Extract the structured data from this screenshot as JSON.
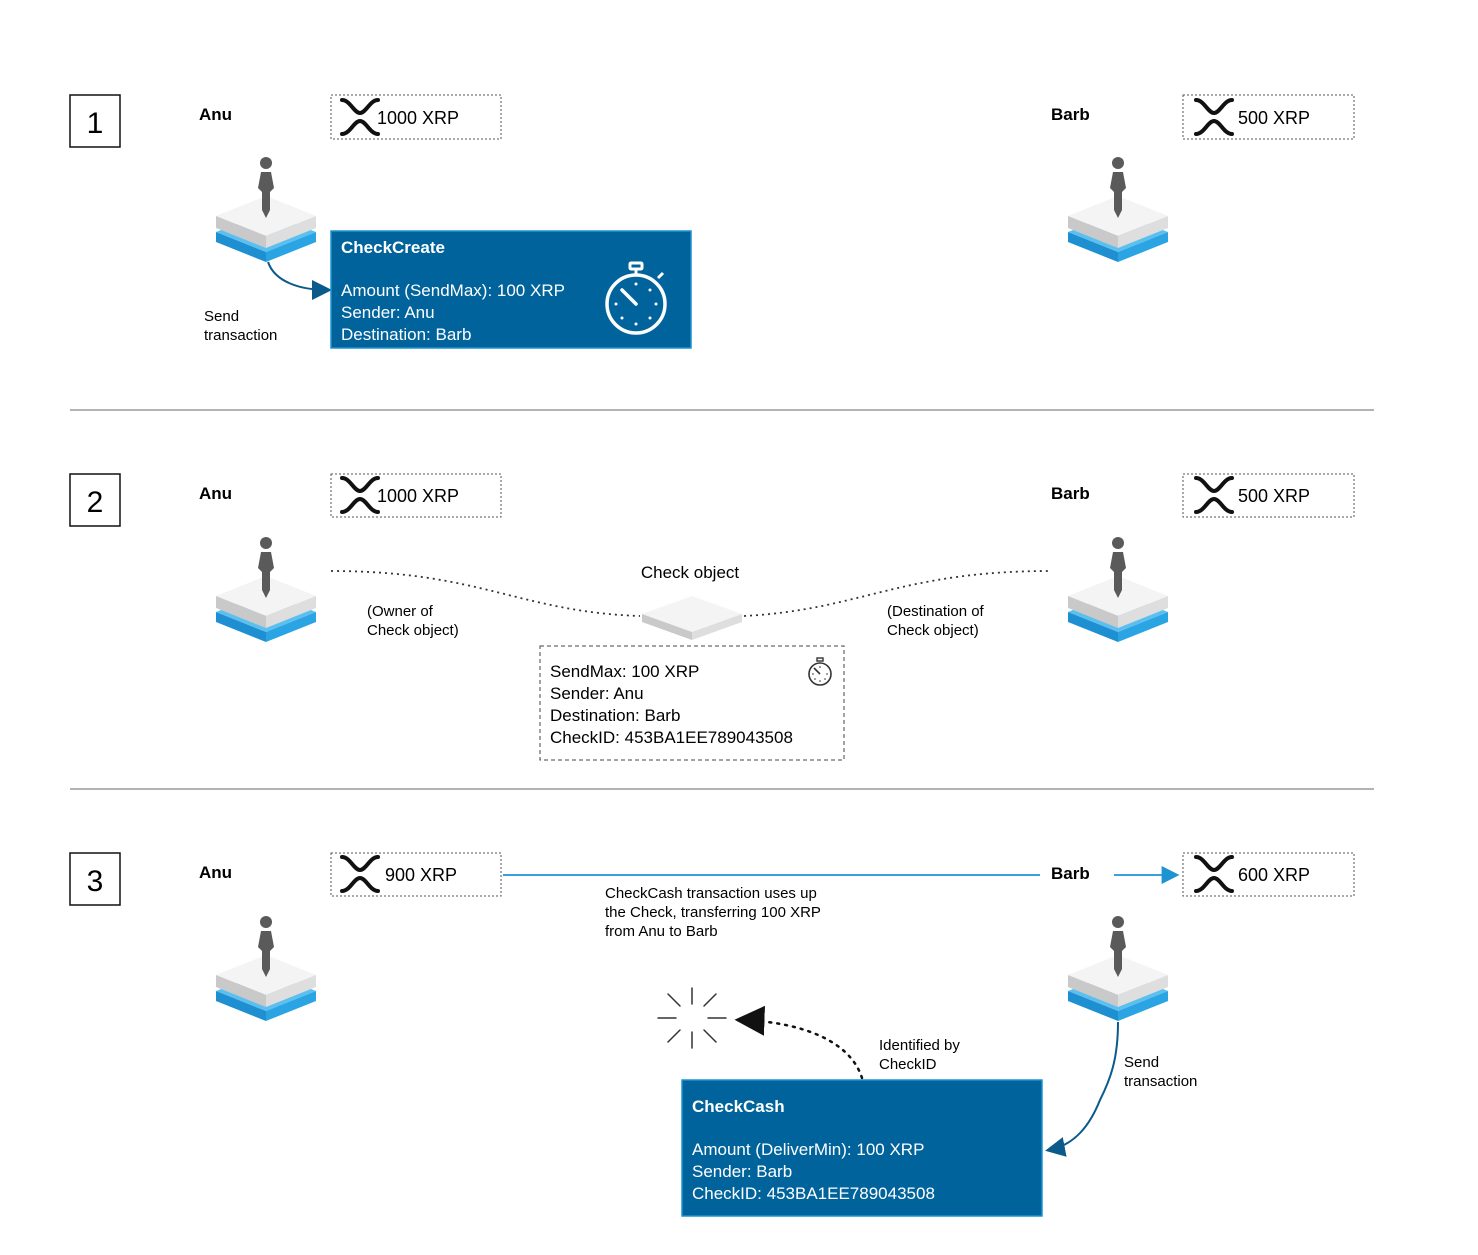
{
  "steps": [
    {
      "number": "1",
      "left_name": "Anu",
      "right_name": "Barb",
      "left_balance": "1000 XRP",
      "right_balance": "500 XRP",
      "send_label": [
        "Send",
        "transaction"
      ],
      "tx": {
        "title": "CheckCreate",
        "lines": [
          "Amount (SendMax): 100 XRP",
          "Sender: Anu",
          "Destination: Barb"
        ]
      }
    },
    {
      "number": "2",
      "left_name": "Anu",
      "right_name": "Barb",
      "left_balance": "1000 XRP",
      "right_balance": "500 XRP",
      "check_title": "Check object",
      "owner_label": [
        "(Owner of",
        "Check object)"
      ],
      "destination_label": [
        "(Destination of",
        "Check object)"
      ],
      "check_lines": [
        "SendMax: 100 XRP",
        "Sender: Anu",
        "Destination: Barb",
        "CheckID: 453BA1EE789043508"
      ]
    },
    {
      "number": "3",
      "left_name": "Anu",
      "right_name": "Barb",
      "left_balance": "900 XRP",
      "right_balance": "600 XRP",
      "transfer_label": [
        "CheckCash transaction uses up",
        "the Check, transferring 100 XRP",
        "from Anu to Barb"
      ],
      "identified_label": [
        "Identified by",
        "CheckID"
      ],
      "send_label": [
        "Send",
        "transaction"
      ],
      "tx": {
        "title": "CheckCash",
        "lines": [
          "Amount (DeliverMin): 100 XRP",
          "Sender: Barb",
          "CheckID: 453BA1EE789043508"
        ]
      }
    }
  ],
  "colors": {
    "tx_box": "#00639b",
    "arrow_blue": "#1e93d2",
    "arrow_dark": "#0a5a8c",
    "person": "#5a5a5a",
    "platform_top": "#e8e8e8",
    "platform_blue": "#2b9fde"
  },
  "icons": [
    "xrp-logo-icon",
    "person-icon",
    "stopwatch-icon",
    "burst-icon"
  ]
}
